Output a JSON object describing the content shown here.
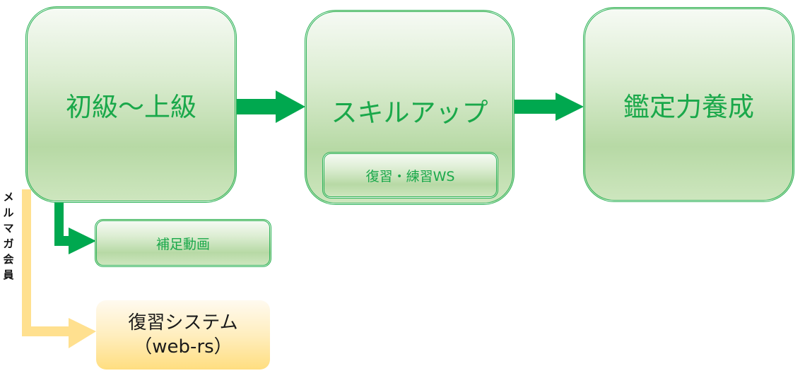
{
  "nodes": {
    "beginner_advanced": "初級〜上級",
    "skill_up": "スキルアップ",
    "review_practice_ws": "復習・練習WS",
    "appraisal_skill": "鑑定力養成",
    "supplementary_video": "補足動画",
    "review_system_line1": "復習システム",
    "review_system_line2": "（web-rs）"
  },
  "side_label": [
    "メ",
    "ル",
    "マ",
    "ガ",
    "会",
    "員"
  ],
  "colors": {
    "green_arrow": "#00a84f",
    "yellow_arrow": "#ffe08f",
    "green_text": "#1aa84a",
    "green_border": "#2db35a"
  }
}
